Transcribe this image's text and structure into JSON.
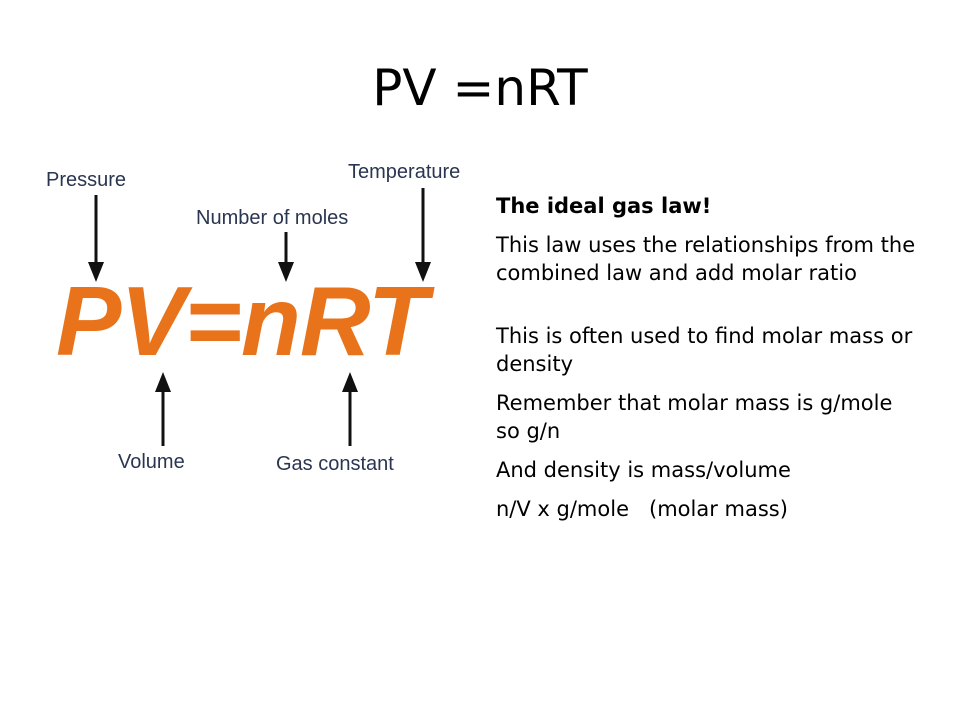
{
  "slide": {
    "title": "PV =nRT"
  },
  "diagram": {
    "equation": "PV=nRT",
    "labels": {
      "pressure": "Pressure",
      "temperature": "Temperature",
      "moles": "Number of moles",
      "volume": "Volume",
      "gas_constant": "Gas constant"
    },
    "colors": {
      "equation": "#e8731a",
      "arrows": "#111111",
      "labels": "#2a3550"
    }
  },
  "body": {
    "heading": "The ideal gas law!",
    "paragraphs": [
      "This law uses the relationships from the combined law and add molar ratio",
      "This is often used to find molar mass or density",
      "Remember that molar mass is g/mole   so g/n",
      "And density is mass/volume",
      "n/V x g/mole   (molar mass)"
    ]
  }
}
